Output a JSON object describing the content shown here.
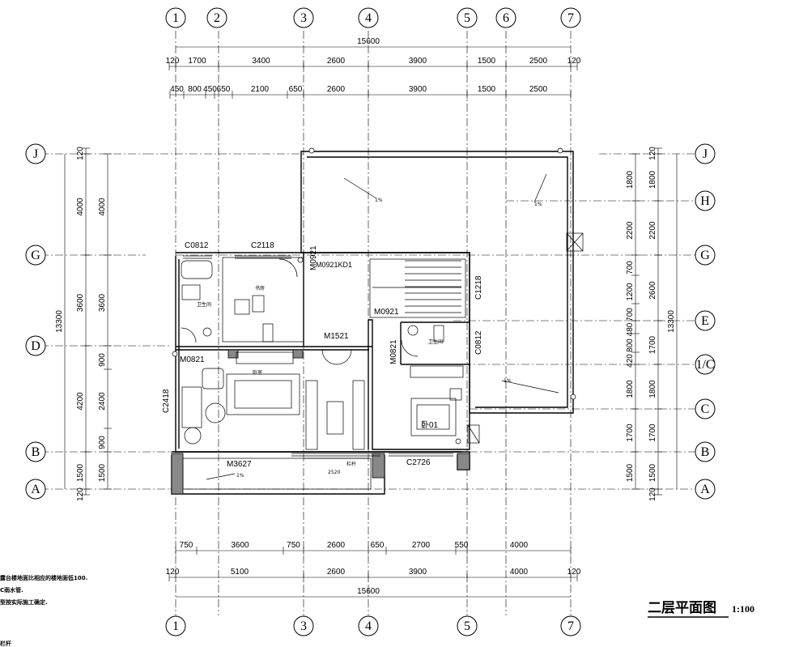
{
  "title": "二层平面图",
  "scale": "1:100",
  "axes_top": [
    "1",
    "2",
    "3",
    "4",
    "5",
    "6",
    "7"
  ],
  "axes_bottom": [
    "1",
    "3",
    "4",
    "5",
    "7"
  ],
  "axes_left": [
    "J",
    "G",
    "D",
    "B",
    "A"
  ],
  "axes_right": [
    "J",
    "H",
    "G",
    "E",
    "1/C",
    "C",
    "B",
    "A"
  ],
  "dims": {
    "top_total": "15600",
    "top_row1": [
      "120",
      "1700",
      "3400",
      "2600",
      "3900",
      "1500",
      "2500",
      "120"
    ],
    "top_row2": [
      "450",
      "800",
      "450",
      "650",
      "2100",
      "650",
      "2600",
      "3900",
      "1500",
      "2500"
    ],
    "bottom_row1": [
      "750",
      "3600",
      "750",
      "2600",
      "650",
      "2700",
      "550",
      "4000"
    ],
    "bottom_row2": [
      "120",
      "5100",
      "2600",
      "3900",
      "4000",
      "120"
    ],
    "bottom_total": "15600",
    "left_total": "13300",
    "left_outer": [
      "120",
      "4000",
      "3600",
      "4200",
      "1500",
      "120"
    ],
    "left_inner": [
      "4000",
      "3600",
      "900",
      "2400",
      "900",
      "1500"
    ],
    "right_total": "13300",
    "right_outer": [
      "120",
      "1800",
      "2200",
      "2600",
      "1700",
      "1800",
      "1700",
      "1500",
      "120"
    ],
    "right_mid": [
      "1800",
      "2200",
      "700",
      "1200",
      "700",
      "480",
      "800",
      "420",
      "1800",
      "1700",
      "1500"
    ]
  },
  "labels": {
    "c0812_top": "C0812",
    "c2118": "C2118",
    "study": "书房",
    "m0921_kd1": "M0921KD1",
    "bath_left": "卫生间",
    "m1521": "M1521",
    "m0921": "M0921",
    "c1218": "C1218",
    "m0821_left": "M0821",
    "m0821_right": "M0821",
    "bath_right": "卫生间",
    "c0812_right": "C0812",
    "c2418": "C2418",
    "bedroom_left": "卧室",
    "bedroom_right": "卧01",
    "m3627": "M3627",
    "c2726": "C2726",
    "d2520": "2520",
    "slope": "1%",
    "rail": "栏杆"
  },
  "notes": [
    "露台楼地面比相应的楼地面低100.",
    "C雨水管.",
    "型按实际施工确定.",
    "栏杆"
  ]
}
